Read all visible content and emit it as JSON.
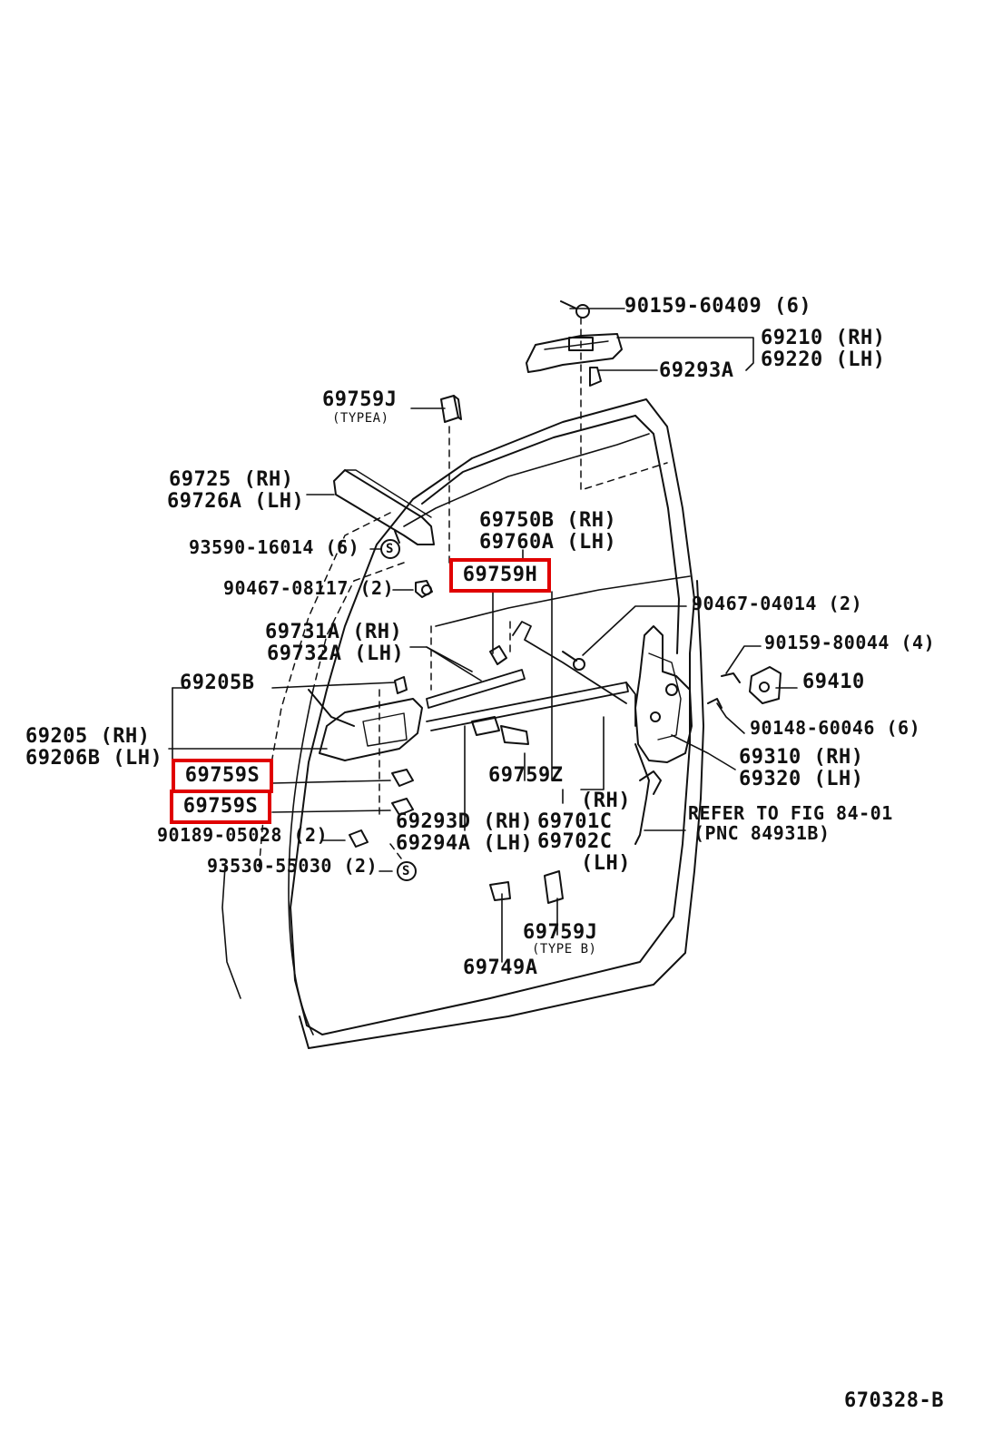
{
  "labels": {
    "p_90159_60409": "90159-60409 (6)",
    "p_69210": "69210 (RH)",
    "p_69220": "69220 (LH)",
    "p_69293A": "69293A",
    "p_69759J_a": "69759J",
    "p_typea": "(TYPEA)",
    "p_69725": "69725  (RH)",
    "p_69726A": "69726A (LH)",
    "p_69750B": "69750B (RH)",
    "p_69760A": "69760A (LH)",
    "p_93590": "93590-16014 (6)",
    "p_90467_08117": "90467-08117 (2)",
    "p_69759H": "69759H",
    "p_90467_04014": "90467-04014 (2)",
    "p_69731A": "69731A (RH)",
    "p_69732A": "69732A (LH)",
    "p_90159_80044": "90159-80044 (4)",
    "p_69205B": "69205B",
    "p_69410": "69410",
    "p_90148_60046": "90148-60046 (6)",
    "p_69205": "69205  (RH)",
    "p_69206B": "69206B (LH)",
    "p_69310": "69310 (RH)",
    "p_69320": "69320 (LH)",
    "p_69759S_1": "69759S",
    "p_69759Z": "69759Z",
    "p_69759S_2": "69759S",
    "p_rh": "(RH)",
    "p_refer": "REFER TO FIG 84-01",
    "p_pnc": "(PNC 84931B)",
    "p_90189": "90189-05028 (2)",
    "p_69293D": "69293D (RH)",
    "p_69701C": "69701C",
    "p_69294A": "69294A (LH)",
    "p_69702C": "69702C",
    "p_lh": "(LH)",
    "p_93530": "93530-55030 (2)",
    "p_69759J_b": "69759J",
    "p_typeb": "(TYPE B)",
    "p_69749A": "69749A",
    "p_s_symbol": "S",
    "figure_code": "670328-B"
  },
  "colors": {
    "ink": "#111111",
    "highlight": "#e00000",
    "background": "#ffffff"
  }
}
